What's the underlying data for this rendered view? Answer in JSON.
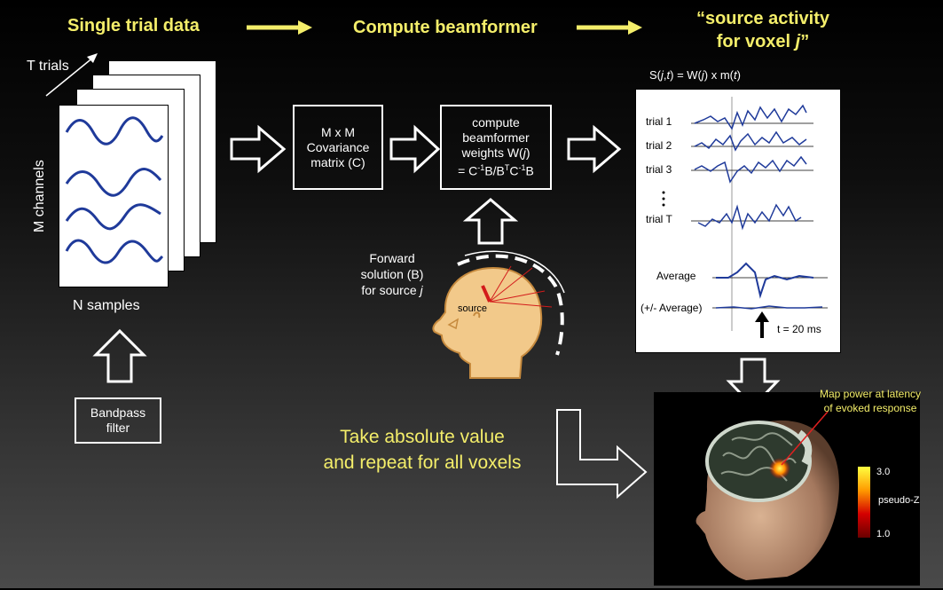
{
  "header": {
    "single_trial": "Single trial data",
    "compute_beamformer": "Compute beamformer",
    "source_activity_line1": "“source activity",
    "source_activity_line2": "for voxel ",
    "source_activity_voxel": "j",
    "source_activity_close": "”"
  },
  "trials_stack": {
    "t_trials": "T trials",
    "m_channels": "M channels",
    "n_samples": "N samples"
  },
  "boxes": {
    "covariance_l1": "M x M",
    "covariance_l2": "Covariance",
    "covariance_l3": "matrix (C)",
    "weights_l1": "compute",
    "weights_l2": "beamformer",
    "weights_l3": "weights W(",
    "weights_l3_j": "j",
    "weights_l3_end": ")",
    "weights_l4": "= C",
    "weights_l4_sup1": "-1",
    "weights_l4_mid": "B/B",
    "weights_l4_sup2": "T",
    "weights_l4_mid2": "C",
    "weights_l4_sup3": "-1",
    "weights_l4_end": "B",
    "bandpass_l1": "Bandpass",
    "bandpass_l2": "filter"
  },
  "forward": {
    "l1": "Forward",
    "l2": "solution (B)",
    "l3": "for source ",
    "l3_j": "j",
    "source_label": "source"
  },
  "panel": {
    "formula_a": "S(",
    "formula_j": "j",
    "formula_b": ",",
    "formula_t": "t",
    "formula_c": ") = W(",
    "formula_j2": "j",
    "formula_d": ") x m(",
    "formula_t2": "t",
    "formula_e": ")",
    "trial_labels": [
      "trial 1",
      "trial 2",
      "trial 3",
      "trial T"
    ],
    "average": "Average",
    "plusminus_average": "(+/- Average)",
    "latency": "t = 20 ms"
  },
  "bottom": {
    "take_abs_l1": "Take absolute value",
    "take_abs_l2": "and repeat for all voxels",
    "map_power_l1": "Map power at latency",
    "map_power_l2": "of evoked response",
    "scale_max": "3.0",
    "scale_label": "pseudo-Z",
    "scale_min": "1.0"
  },
  "colors": {
    "title_yellow": "#f4ee6a",
    "wave_blue": "#1f3a9a",
    "scale_top": "#ffff40",
    "scale_bottom": "#6a0000"
  }
}
